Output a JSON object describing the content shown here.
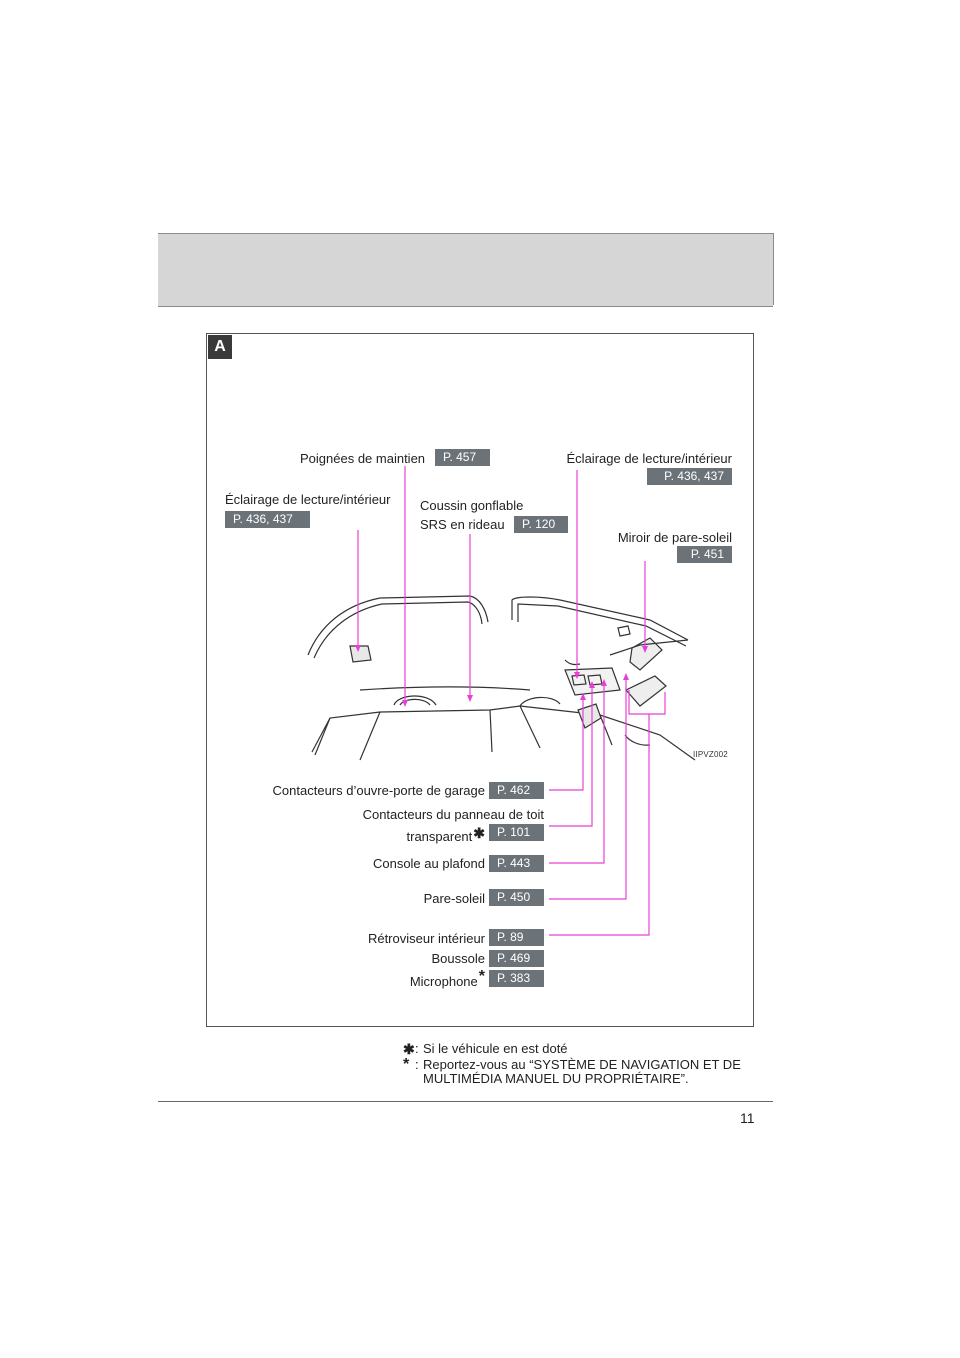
{
  "section_tag": "A",
  "figure_code": "IIPVZ002",
  "accent_colors": {
    "callout_line": "#e83fd6",
    "ref_box": "#6c7378"
  },
  "callouts_top": {
    "reading_light_left": {
      "label": "Éclairage de lecture/intérieur",
      "ref": "P. 436, 437"
    },
    "assist_grips": {
      "label": "Poignées de maintien",
      "ref": "P. 457"
    },
    "curtain_airbag": {
      "label_line1": "Coussin gonflable",
      "label_line2": "SRS en rideau",
      "ref": "P. 120"
    },
    "reading_light_right": {
      "label": "Éclairage de lecture/intérieur",
      "ref": "P. 436, 437"
    },
    "vanity_mirror": {
      "label": "Miroir de pare-soleil",
      "ref": "P. 451"
    }
  },
  "callouts_bottom": {
    "garage_door": {
      "label": "Contacteurs d’ouvre-porte de garage",
      "ref": "P. 462"
    },
    "moon_roof_line1": "Contacteurs du panneau de toit",
    "moon_roof": {
      "label": "transparent",
      "ref": "P. 101"
    },
    "overhead_console": {
      "label": "Console au plafond",
      "ref": "P. 443"
    },
    "sun_visor": {
      "label": "Pare-soleil",
      "ref": "P. 450"
    },
    "mirror": {
      "label": "Rétroviseur intérieur",
      "ref": "P. 89"
    },
    "compass": {
      "label": "Boussole",
      "ref": "P. 469"
    },
    "microphone": {
      "label": "Microphone",
      "ref": "P. 383"
    }
  },
  "notes": [
    {
      "symbol": "✱",
      "text": "Si le véhicule en est doté"
    },
    {
      "symbol": "*",
      "text": "Reportez-vous au “SYSTÈME DE NAVIGATION ET DE"
    },
    {
      "symbol": "",
      "text": "MULTIMÉDIA MANUEL DU PROPRIÉTAIRE”."
    }
  ],
  "page_number": "11"
}
